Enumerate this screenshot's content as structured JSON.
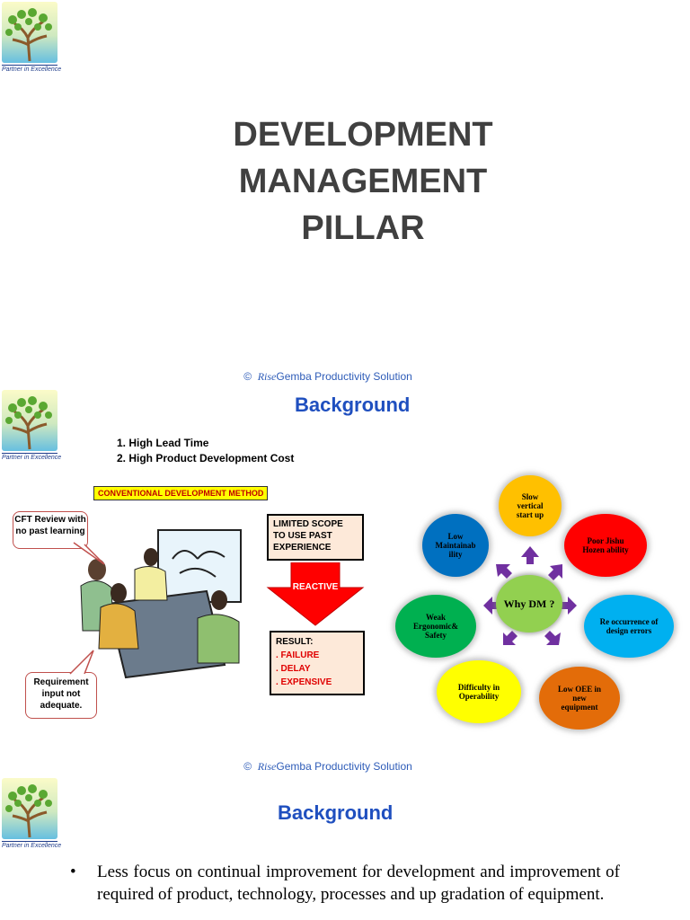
{
  "slide1": {
    "logo_tagline": "Partner in Excellence",
    "title_lines": [
      "DEVELOPMENT",
      "MANAGEMENT",
      "PILLAR"
    ],
    "footer": {
      "copyright": "©",
      "brand_script": "Rise",
      "brand_text": "Gemba Productivity Solution"
    }
  },
  "slide2": {
    "logo_tagline": "Partner in Excellence",
    "title": "Background",
    "points": [
      "1. High Lead Time",
      "2. High Product Development Cost"
    ],
    "conventional_label": "CONVENTIONAL  DEVELOPMENT METHOD",
    "callout_top": "CFT Review with no past learning",
    "callout_bottom": "Requirement input not adequate.",
    "scope_box": "LIMITED SCOPE TO USE PAST EXPERIENCE",
    "reactive": "REACTIVE",
    "result": {
      "heading": "RESULT:",
      "items": [
        ". FAILURE",
        ". DELAY",
        ". EXPENSIVE"
      ]
    },
    "why": {
      "center": "Why DM ?",
      "items": [
        "Slow vertical start up",
        "Poor Jishu Hozen ability",
        "Re occurrence of design errors",
        "Low OEE in new equipment",
        "Difficulty in Operability",
        "Weak Ergonomic& Safety",
        "Low Maintainab ility"
      ]
    },
    "footer": {
      "copyright": "©",
      "brand_script": "Rise",
      "brand_text": "Gemba Productivity Solution"
    }
  },
  "slide3": {
    "logo_tagline": "Partner in Excellence",
    "title": "Background",
    "bullet_symbol": "•",
    "bullet": "Less focus on continual improvement for development and improvement of required of product, technology, processes and up gradation of equipment."
  },
  "colors": {
    "title_gray": "#404040",
    "heading_blue": "#1f4fbf",
    "footer_blue": "#2e5cb8",
    "bubble_orange": "#ffc000",
    "bubble_red": "#ff0000",
    "bubble_cyan": "#00b0f0",
    "bubble_darkorange": "#e36c09",
    "bubble_yellow": "#ffff00",
    "bubble_green": "#00b050",
    "bubble_blue": "#0070c0",
    "arrow_purple": "#7030a0"
  }
}
